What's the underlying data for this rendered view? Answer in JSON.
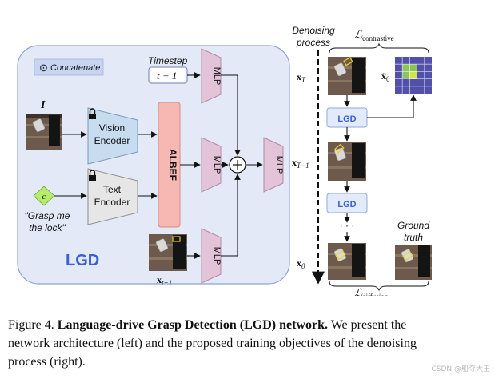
{
  "diagram": {
    "concatenate_label": "Concatenate",
    "concatenate_symbol": "⊙",
    "timestep_label": "Timestep",
    "timestep_value": "t + 1",
    "mlp_label": "MLP",
    "image_symbol": "I",
    "vision_encoder_line1": "Vision",
    "vision_encoder_line2": "Encoder",
    "text_encoder_line1": "Text",
    "text_encoder_line2": "Encoder",
    "albef_label": "ALBEF",
    "text_prompt_badge": "c",
    "text_prompt_line1": "\"Grasp me",
    "text_prompt_line2": "the lock\"",
    "lgd_panel_label": "LGD",
    "xt1_base": "x",
    "xt1_sub": "t+1",
    "plus_symbol": "+",
    "denoising_line1": "Denoising",
    "denoising_line2": "process",
    "xT_base": "x",
    "xT_sub": "T",
    "xT1_base": "x",
    "xT1_sub": "T−1",
    "x0_base": "x",
    "x0_sub": "0",
    "lgd_box_label": "LGD",
    "dots": "· · ·",
    "loss_contrastive_symbol": "ℒ",
    "loss_contrastive_sub": "contrastive",
    "x0_hat_base": "x̃",
    "x0_hat_sub": "0",
    "ground_truth_line1": "Ground",
    "ground_truth_line2": "truth",
    "loss_diffusion_symbol": "ℒ",
    "loss_diffusion_sub": "diffusion"
  },
  "colors": {
    "panel_fill": "#e3e9f7",
    "panel_stroke": "#8ea3cf",
    "mlp_fill": "#e2c3d8",
    "mlp_stroke": "#b48ba6",
    "encoder_fill": "#c7dcef",
    "text_encoder_fill": "#e6e6e6",
    "albef_fill": "#f5b8b3",
    "albef_stroke": "#d98c86",
    "lgd_box_fill": "#e3ebfb",
    "lgd_box_stroke": "#8fa9de",
    "lgd_accent": "#3a5fd4",
    "prompt_badge": "#b5ec6a",
    "grid_purple": "#5a2f8f",
    "grid_green": "#8fd14f"
  },
  "caption": {
    "figure_label": "Figure 4.",
    "title": "Language-drive Grasp Detection (LGD) network.",
    "body": "We present the network architecture (left) and the proposed training objectives of the denoising process (right)."
  },
  "watermark": "CSDN @船夺大王"
}
